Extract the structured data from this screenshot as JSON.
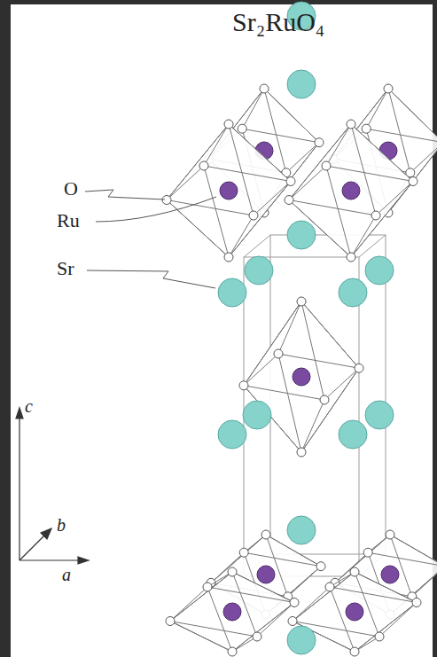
{
  "diagram": {
    "title": "Sr₂RuO₄",
    "labels": [
      "O",
      "Ru",
      "Sr",
      "c",
      "b",
      "a"
    ]
  }
}
